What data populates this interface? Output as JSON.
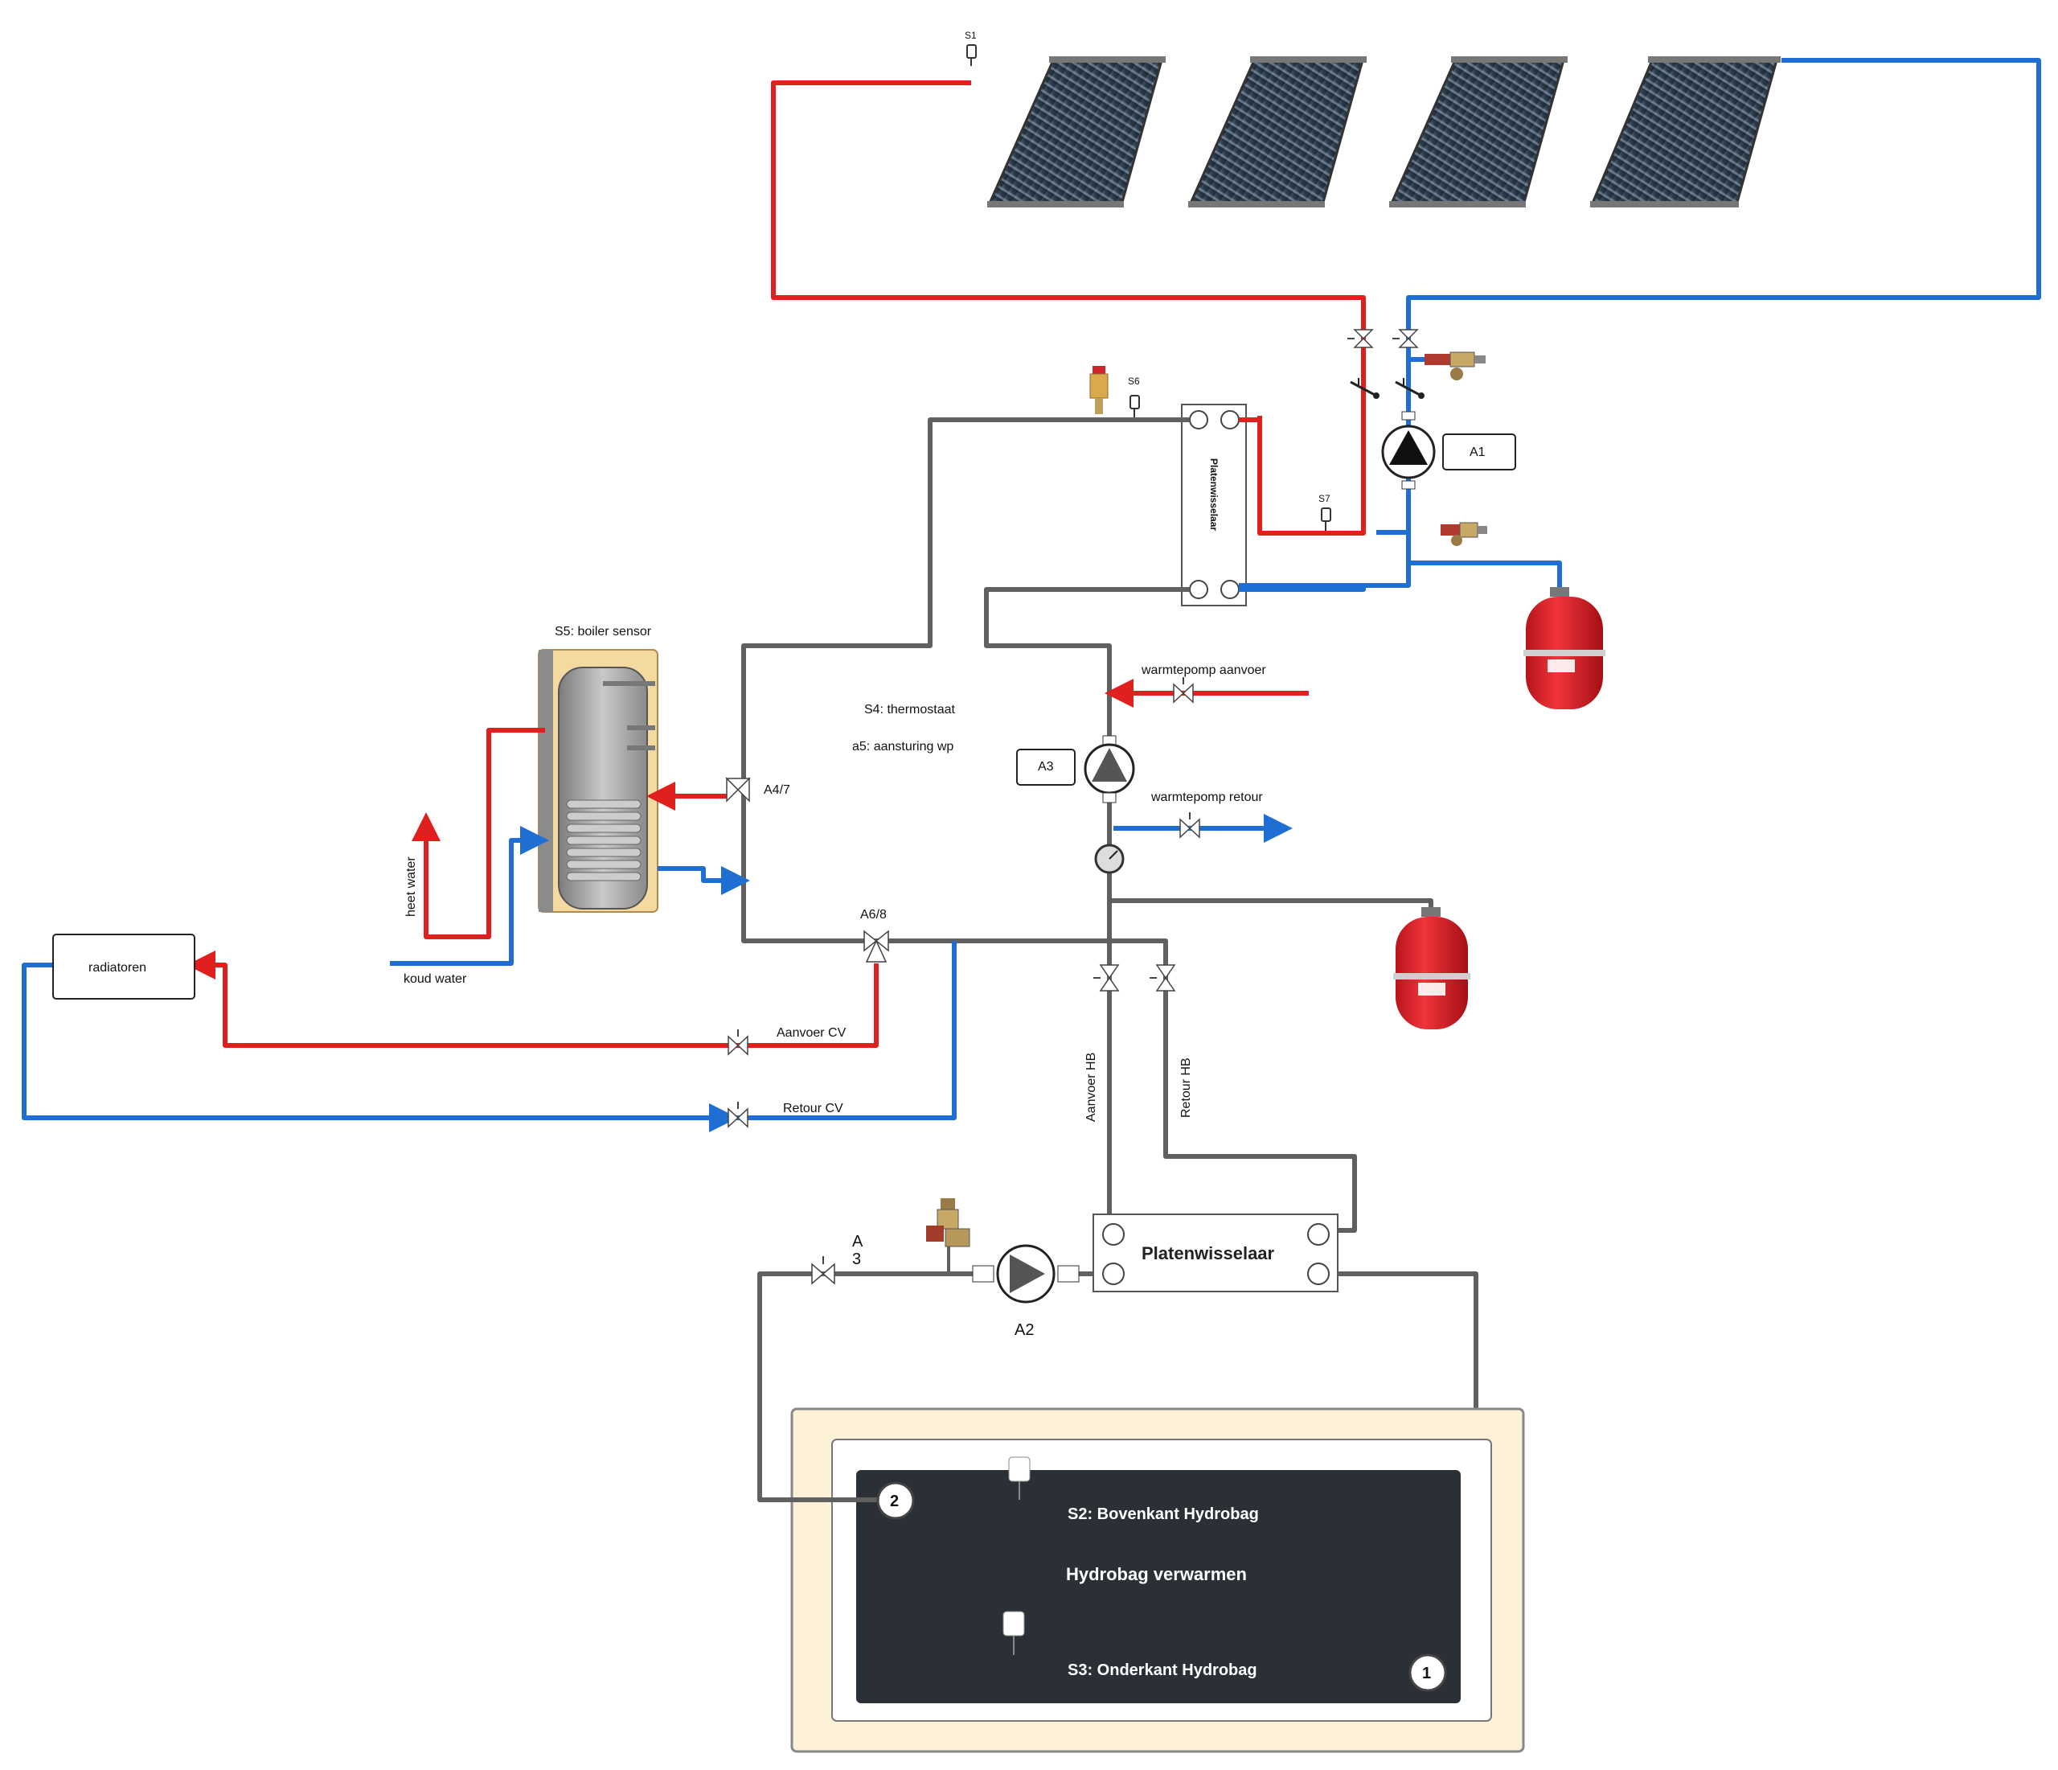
{
  "sensors": {
    "s1": "S1",
    "s6": "S6",
    "s7": "S7"
  },
  "labels": {
    "a1": "A1",
    "a3_pump": "A3",
    "a3_valve_line1": "A",
    "a3_valve_line2": "3",
    "a2": "A2",
    "a47": "A4/7",
    "a68": "A6/8",
    "platenwisselaar_top": "Platenwisselaar",
    "platenwisselaar_bottom": "Platenwisselaar",
    "boiler_sensor": "S5: boiler sensor",
    "thermostaat": "S4: thermostaat",
    "aansturing": "a5: aansturing wp",
    "wp_aanvoer": "warmtepomp aanvoer",
    "wp_retour": "warmtepomp retour",
    "heet_water": "heet water",
    "koud_water": "koud water",
    "radiatoren": "radiatoren",
    "aanvoer_cv": "Aanvoer CV",
    "retour_cv": "Retour CV",
    "aanvoer_hb": "Aanvoer HB",
    "retour_hb": "Retour HB",
    "s2": "S2: Bovenkant Hydrobag",
    "s3": "S3: Onderkant Hydrobag",
    "hydrobag": "Hydrobag verwarmen",
    "port_2": "2",
    "port_1": "1"
  },
  "colors": {
    "supply": "#e0201e",
    "return": "#1f6ed4",
    "neutral": "#606060",
    "vessel": "#e3222b",
    "hydrobag": "#2b2f36",
    "enclosure": "#fdf1d8"
  }
}
